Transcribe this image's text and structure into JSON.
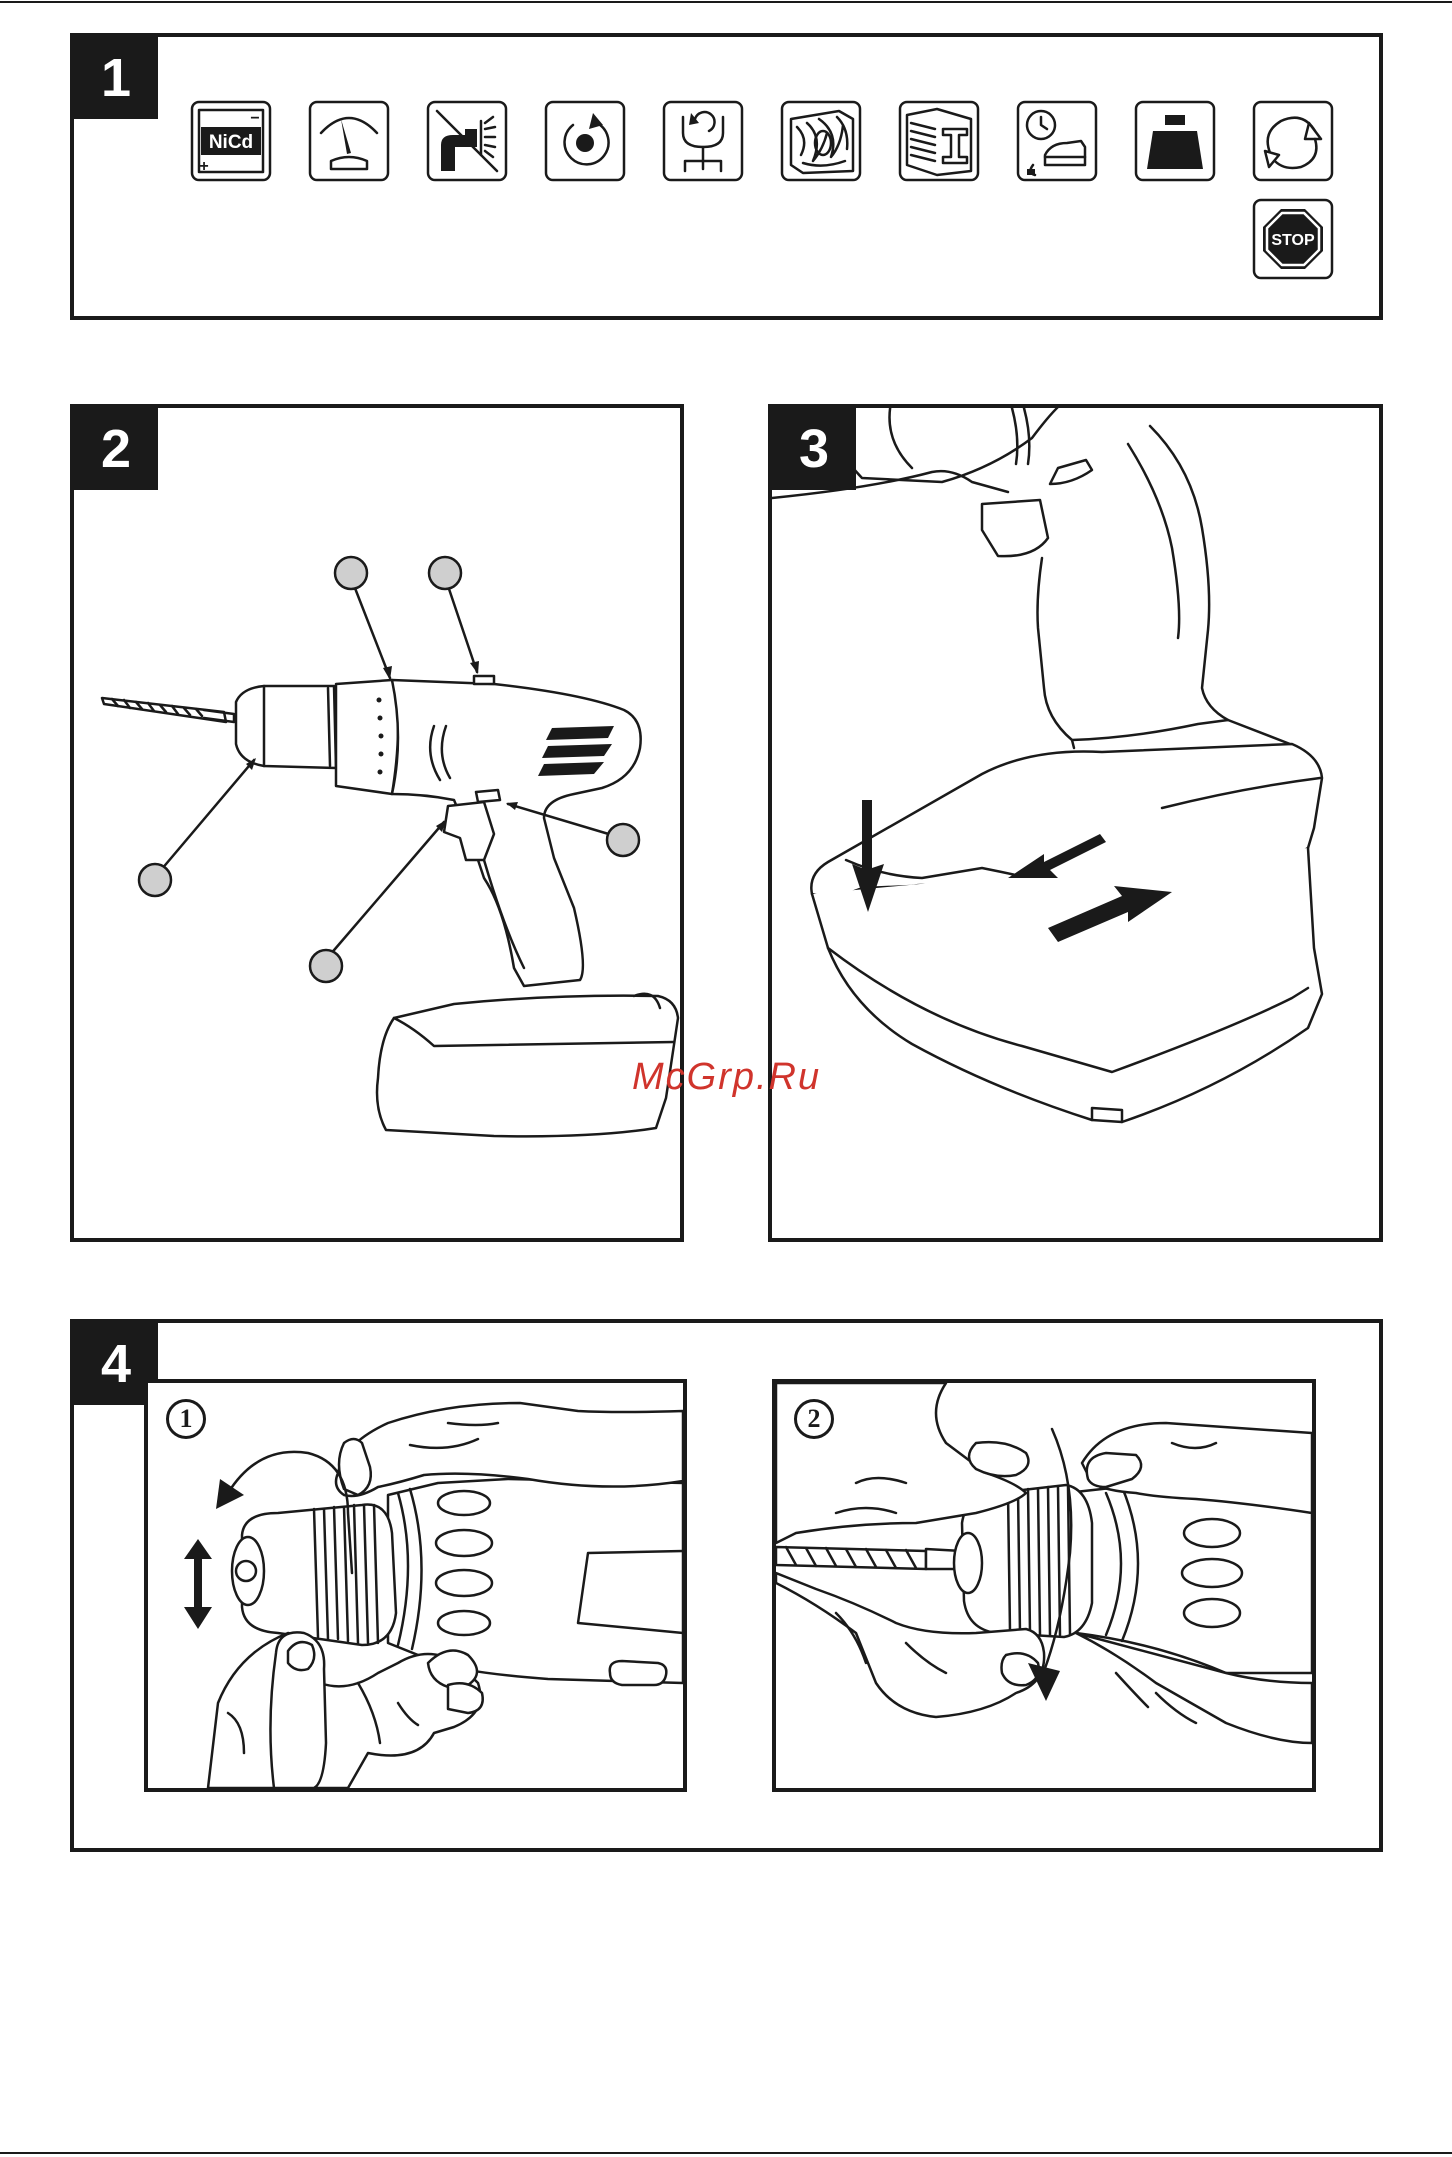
{
  "figures": [
    {
      "number": "1"
    },
    {
      "number": "2"
    },
    {
      "number": "3"
    },
    {
      "number": "4",
      "steps": [
        "1",
        "2"
      ]
    }
  ],
  "icons": {
    "battery_label": "NiCd",
    "battery_minus": "−",
    "battery_plus": "+",
    "stop_label": "STOP",
    "names": [
      "battery-nicd-icon",
      "speed-gauge-icon",
      "no-hammer-icon",
      "rotation-icon",
      "torque-clutch-icon",
      "wood-icon",
      "steel-icon",
      "charging-time-icon",
      "weight-icon",
      "reverse-rotation-icon",
      "stop-icon"
    ]
  },
  "watermark": "McGrp.Ru"
}
